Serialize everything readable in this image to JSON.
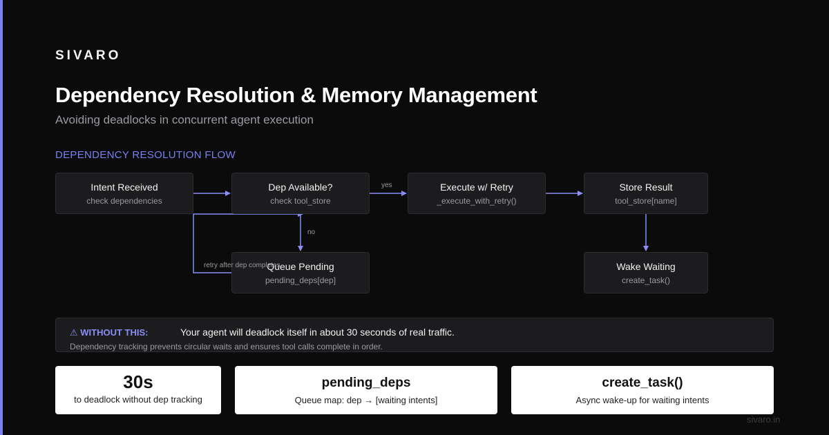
{
  "brand": "SIVARO",
  "title": "Dependency Resolution & Memory Management",
  "subtitle": "Avoiding deadlocks in concurrent agent execution",
  "section_label": "DEPENDENCY RESOLUTION FLOW",
  "nodes": {
    "intent": {
      "title": "Intent Received",
      "sub": "check dependencies"
    },
    "dep": {
      "title": "Dep Available?",
      "sub": "check tool_store"
    },
    "exec": {
      "title": "Execute w/ Retry",
      "sub": "_execute_with_retry()"
    },
    "store": {
      "title": "Store Result",
      "sub": "tool_store[name]"
    },
    "queue": {
      "title": "Queue Pending",
      "sub": "pending_deps[dep]"
    },
    "wake": {
      "title": "Wake Waiting",
      "sub": "create_task()"
    }
  },
  "edge_labels": {
    "yes": "yes",
    "no": "no",
    "retry": "retry after dep completes"
  },
  "warning": {
    "label": "⚠ WITHOUT THIS:",
    "text": "Your agent will deadlock itself in about 30 seconds of real traffic.",
    "sub": "Dependency tracking prevents circular waits and ensures tool calls complete in order."
  },
  "stats": [
    {
      "value": "30s",
      "desc": "to deadlock without dep tracking"
    },
    {
      "value": "pending_deps",
      "desc": "Queue map: dep → [waiting intents]"
    },
    {
      "value": "create_task()",
      "desc": "Async wake-up for waiting intents"
    }
  ],
  "footer_url": "sivaro.in",
  "colors": {
    "accent": "#7b80f0",
    "background": "#0b0b0c",
    "node_fill": "#1c1c1f",
    "arrow": "#8a8ef5"
  }
}
